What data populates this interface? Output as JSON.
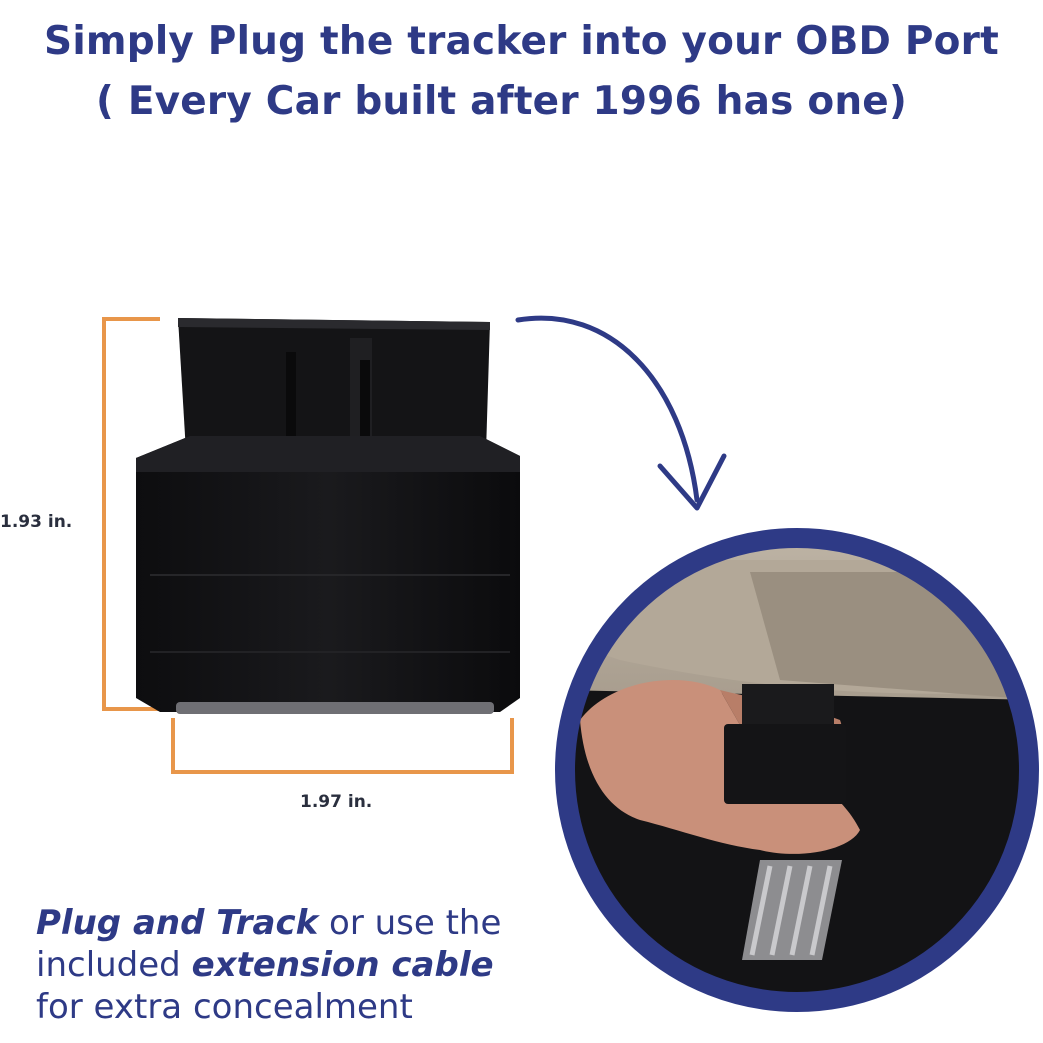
{
  "headline": {
    "line1": "Simply Plug the tracker into your OBD Port",
    "line2": "( Every Car built after 1996 has one)"
  },
  "dimensions": {
    "height_label": "1.93 in.",
    "width_label": "1.97 in."
  },
  "caption": {
    "bold1": "Plug and Track",
    "text1": " or use the",
    "text2": "included ",
    "bold2": "extension cable",
    "text3": "for extra concealment"
  },
  "colors": {
    "brand_blue": "#2e3a86",
    "dimension_orange": "#e8964a"
  },
  "icons": [
    "curved-arrow-icon"
  ]
}
